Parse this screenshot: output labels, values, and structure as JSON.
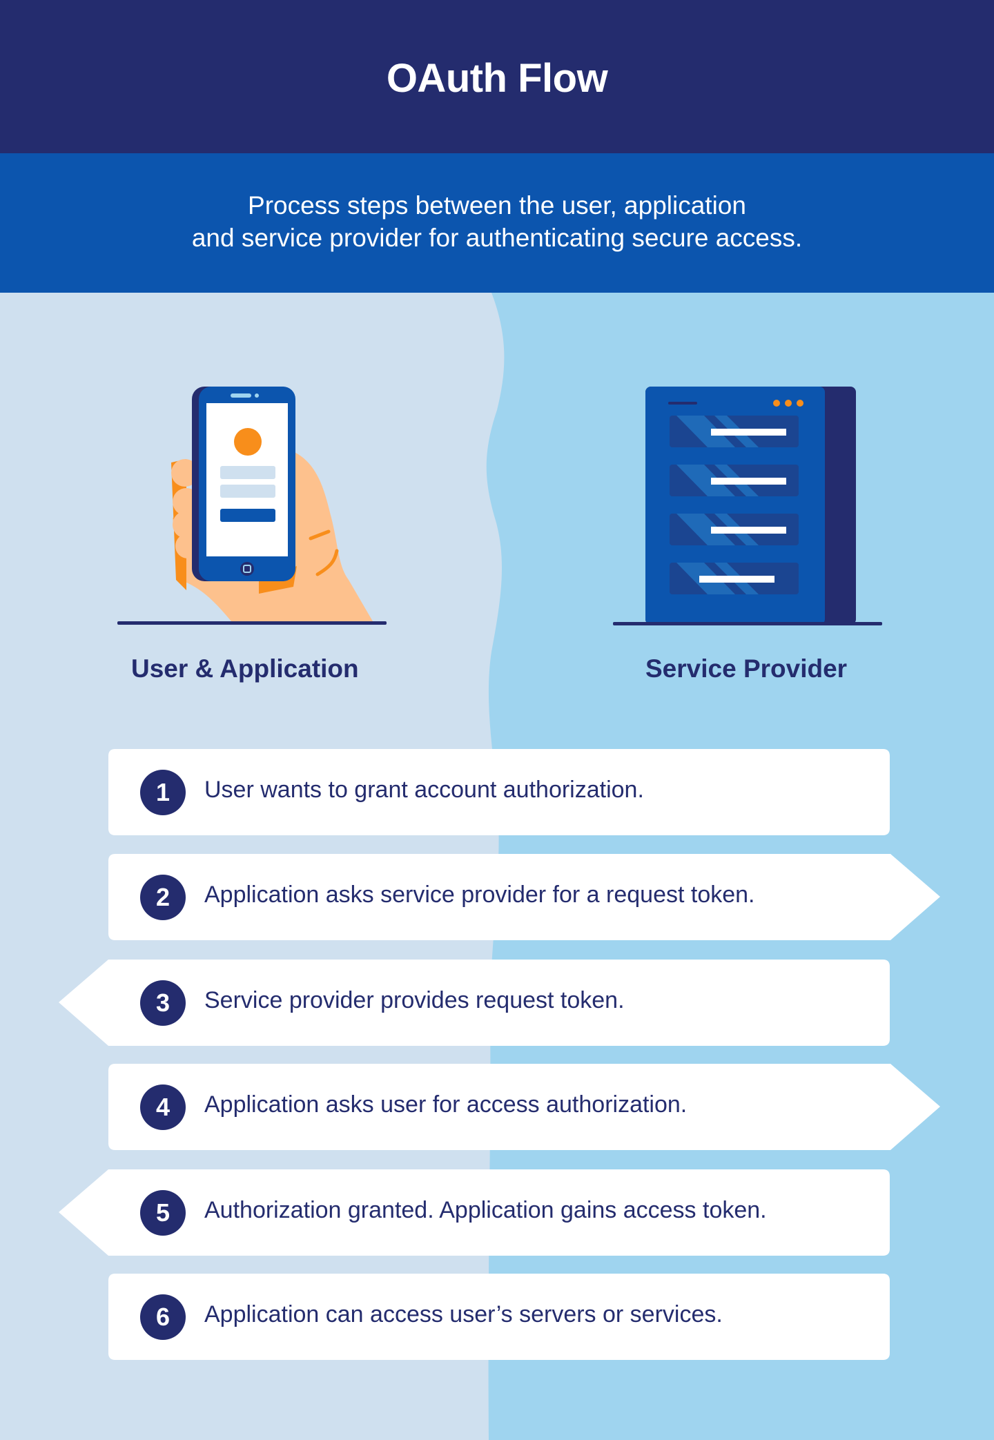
{
  "header": {
    "title": "OAuth Flow",
    "subtitle_line1": "Process steps between the user, application",
    "subtitle_line2": "and service provider for authenticating secure access."
  },
  "columns": {
    "left_label": "User & Application",
    "right_label": "Service Provider",
    "left_icon": "smartphone-in-hand-icon",
    "right_icon": "server-icon"
  },
  "steps": [
    {
      "number": "1",
      "text": "User wants to grant account authorization.",
      "direction": "none"
    },
    {
      "number": "2",
      "text": "Application asks service provider for a request token.",
      "direction": "right"
    },
    {
      "number": "3",
      "text": "Service provider provides request token.",
      "direction": "left"
    },
    {
      "number": "4",
      "text": "Application asks user for access authorization.",
      "direction": "right"
    },
    {
      "number": "5",
      "text": "Authorization granted. Application gains access token.",
      "direction": "left"
    },
    {
      "number": "6",
      "text": "Application can access user’s servers or services.",
      "direction": "none"
    }
  ],
  "colors": {
    "navy": "#242c6e",
    "blue": "#0c55ae",
    "left_bg": "#cfe0ef",
    "right_bg": "#9fd4ef",
    "orange": "#f88e1b",
    "skin": "#fdc18d",
    "white": "#ffffff"
  }
}
